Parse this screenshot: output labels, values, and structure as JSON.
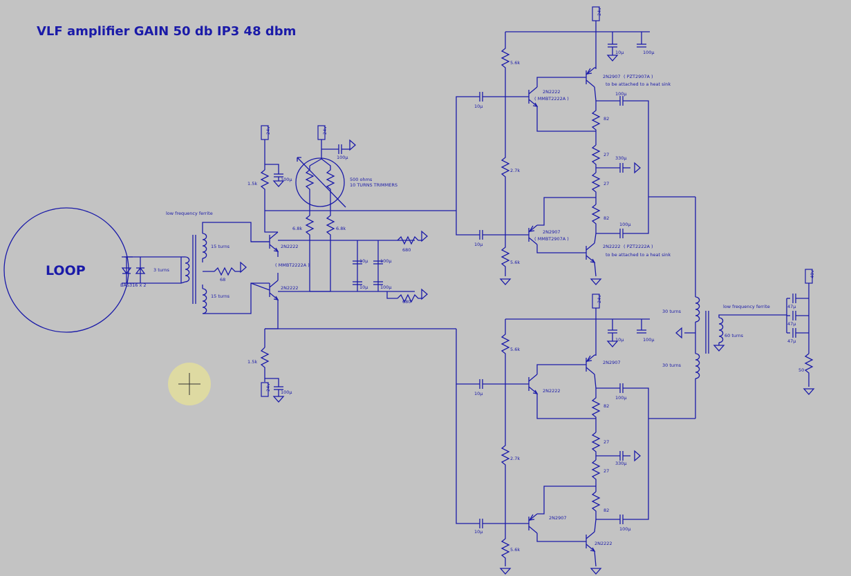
{
  "title": "VLF amplifier   GAIN 50 db   IP3 48 dbm",
  "loop_label": "LOOP",
  "input_stage": {
    "diode_label": "BAS316 x 2",
    "transformer_label": "low frequency ferrite",
    "primary_turns": "3 turns",
    "secondary_top": "15 turns",
    "secondary_bottom": "15 turns",
    "r_input": "68",
    "q_top": "2N2222",
    "q_bottom": "2N2222",
    "q_alt": "( MMBT2222A )",
    "r_top": "1.5k",
    "r_bottom": "1.5k",
    "c_top": "100µ",
    "c_bottom": "100µ",
    "trimmer_label": "500 ohms",
    "trimmer_sub": "10 TURNS TRIMMERS",
    "trim_c": "100µ",
    "r_trim_l": "6.8k",
    "r_trim_r": "6.8k",
    "c_a": "10µ",
    "c_b": "100µ",
    "c_c": "10µ",
    "c_d": "100µ",
    "r_680_top": "680",
    "r_680_bot": "680",
    "supply": "24v"
  },
  "upper_amp": {
    "supply": "24v",
    "c_sup1": "10µ",
    "c_sup2": "100µ",
    "r_top": "5.6k",
    "r_mid": "2.7k",
    "r_bot": "5.6k",
    "c_in_top": "10µ",
    "c_in_bot": "10µ",
    "q1": "2N2222",
    "q1_alt": "( MMBT2222A )",
    "q2": "2N2907",
    "q2_alt": "( PZT2907A )",
    "q2_note": "to be attached to a heat sink",
    "q3": "2N2907",
    "q3_alt": "( MMBT2907A )",
    "q4": "2N2222",
    "q4_alt": "( PZT2222A )",
    "q4_note": "to be attached to a heat sink",
    "r82a": "82",
    "r27a": "27",
    "r27b": "27",
    "r82b": "82",
    "c_out_top": "100µ",
    "c_mid": "330µ",
    "c_out_bot": "100µ"
  },
  "lower_amp": {
    "supply": "24v",
    "c_sup1": "10µ",
    "c_sup2": "100µ",
    "r_top": "5.6k",
    "r_mid": "2.7k",
    "r_bot": "5.6k",
    "c_in_top": "10µ",
    "c_in_bot": "10µ",
    "q1": "2N2222",
    "q2": "2N2907",
    "q3": "2N2907",
    "q4": "2N2222",
    "r82a": "82",
    "r27a": "27",
    "r27b": "27",
    "r82b": "82",
    "c_out_top": "100µ",
    "c_mid": "330µ",
    "c_out_bot": "100µ"
  },
  "output_stage": {
    "transformer_label": "low frequency ferrite",
    "turns_top": "30 turns",
    "turns_bot": "30 turns",
    "turns_sec": "60 turns",
    "c1": "47µ",
    "c2": "47µ",
    "c3": "47µ",
    "r_load": "50",
    "supply": "40v"
  }
}
